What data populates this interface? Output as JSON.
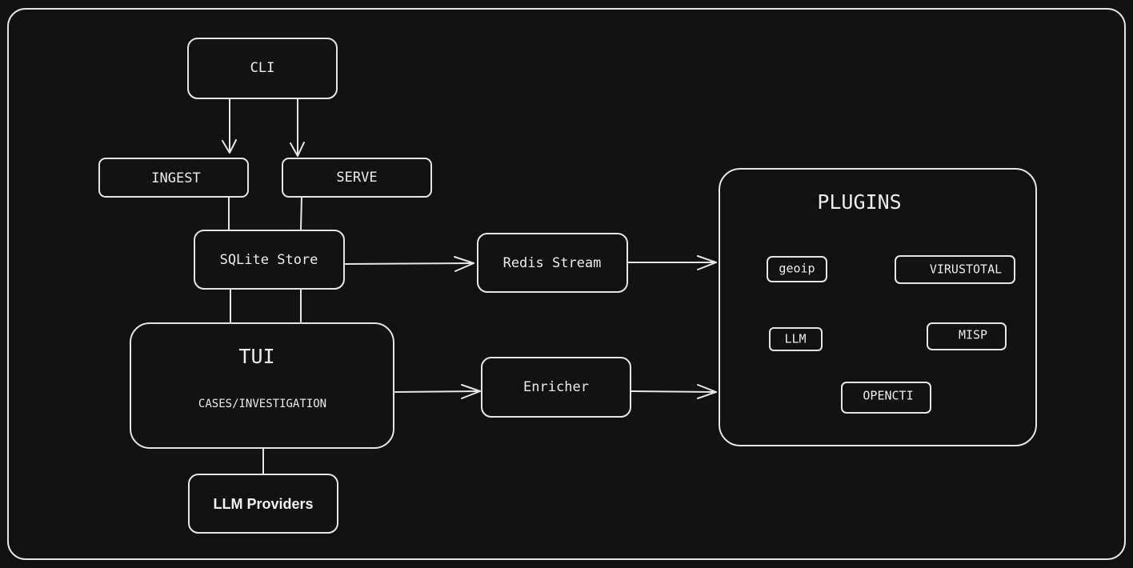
{
  "nodes": {
    "cli": "CLI",
    "ingest": "INGEST",
    "serve": "SERVE",
    "sqlite_store": "SQLite Store",
    "redis_stream": "Redis Stream",
    "tui": "TUI",
    "tui_subtitle": "CASES/INVESTIGATION",
    "enricher": "Enricher",
    "llm_providers": "LLM Providers"
  },
  "plugins": {
    "title": "PLUGINS",
    "items": {
      "geoip": "geoip",
      "virustotal": "VIRUSTOTAL",
      "llm": "LLM",
      "misp": "MISP",
      "opencti": "OPENCTI"
    }
  },
  "colors": {
    "background": "#121212",
    "stroke": "#e6e6e6",
    "text": "#ececec"
  }
}
